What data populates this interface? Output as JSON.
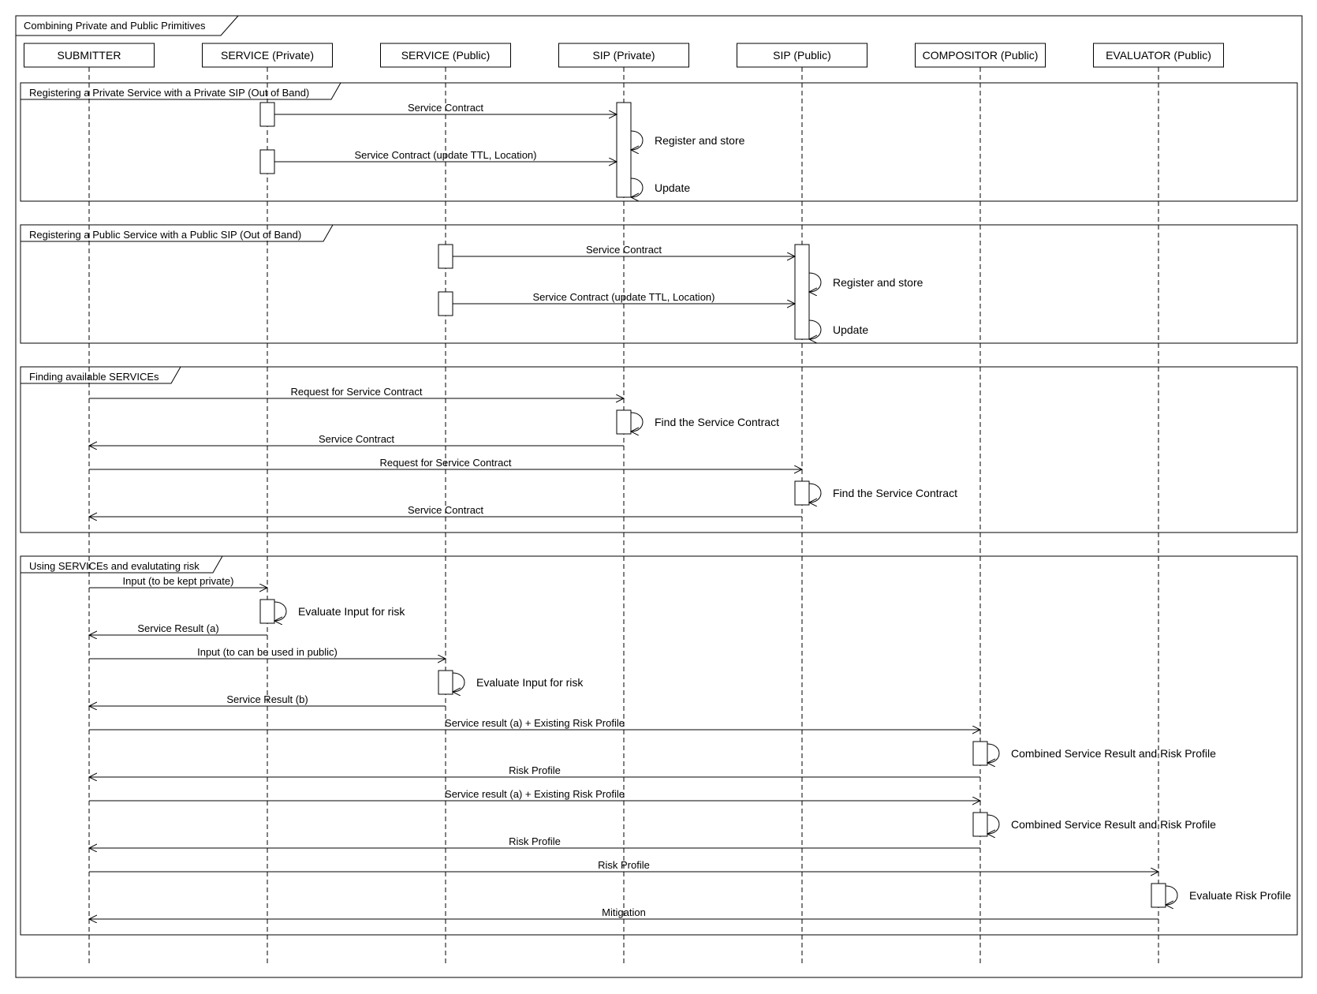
{
  "diagram": {
    "title": "Combining Private and Public Primitives",
    "lifelines": [
      {
        "id": "submitter",
        "label": "SUBMITTER"
      },
      {
        "id": "service_private",
        "label": "SERVICE (Private)"
      },
      {
        "id": "service_public",
        "label": "SERVICE (Public)"
      },
      {
        "id": "sip_private",
        "label": "SIP (Private)"
      },
      {
        "id": "sip_public",
        "label": "SIP (Public)"
      },
      {
        "id": "compositor_public",
        "label": "COMPOSITOR (Public)"
      },
      {
        "id": "evaluator_public",
        "label": "EVALUATOR (Public)"
      }
    ],
    "fragments": [
      {
        "label": "Registering a Private Service with a Private SIP (Out of Band)"
      },
      {
        "label": "Registering a Public Service with a Public SIP (Out of Band)"
      },
      {
        "label": "Finding available SERVICEs"
      },
      {
        "label": "Using SERVICEs and evalutating risk"
      }
    ],
    "messages": [
      {
        "from": "service_private",
        "to": "sip_private",
        "label": "Service Contract"
      },
      {
        "from": "sip_private",
        "to": "sip_private",
        "label": "Register and store"
      },
      {
        "from": "service_private",
        "to": "sip_private",
        "label": "Service Contract (update TTL, Location)"
      },
      {
        "from": "sip_private",
        "to": "sip_private",
        "label": "Update"
      },
      {
        "from": "service_public",
        "to": "sip_public",
        "label": "Service Contract"
      },
      {
        "from": "sip_public",
        "to": "sip_public",
        "label": "Register and store"
      },
      {
        "from": "service_public",
        "to": "sip_public",
        "label": "Service Contract (update TTL, Location)"
      },
      {
        "from": "sip_public",
        "to": "sip_public",
        "label": "Update"
      },
      {
        "from": "submitter",
        "to": "sip_private",
        "label": "Request for Service Contract"
      },
      {
        "from": "sip_private",
        "to": "sip_private",
        "label": "Find the Service Contract"
      },
      {
        "from": "sip_private",
        "to": "submitter",
        "label": "Service Contract"
      },
      {
        "from": "submitter",
        "to": "sip_public",
        "label": "Request for Service Contract"
      },
      {
        "from": "sip_public",
        "to": "sip_public",
        "label": "Find the Service Contract"
      },
      {
        "from": "sip_public",
        "to": "submitter",
        "label": "Service Contract"
      },
      {
        "from": "submitter",
        "to": "service_private",
        "label": "Input (to be kept private)"
      },
      {
        "from": "service_private",
        "to": "service_private",
        "label": "Evaluate Input for risk"
      },
      {
        "from": "service_private",
        "to": "submitter",
        "label": "Service Result (a)"
      },
      {
        "from": "submitter",
        "to": "service_public",
        "label": "Input (to can be used in public)"
      },
      {
        "from": "service_public",
        "to": "service_public",
        "label": "Evaluate Input for risk"
      },
      {
        "from": "service_public",
        "to": "submitter",
        "label": "Service Result (b)"
      },
      {
        "from": "submitter",
        "to": "compositor_public",
        "label": "Service result (a) + Existing Risk Profile"
      },
      {
        "from": "compositor_public",
        "to": "compositor_public",
        "label": "Combined Service Result and Risk Profile"
      },
      {
        "from": "compositor_public",
        "to": "submitter",
        "label": "Risk Profile"
      },
      {
        "from": "submitter",
        "to": "compositor_public",
        "label": "Service result (a) + Existing Risk Profile"
      },
      {
        "from": "compositor_public",
        "to": "compositor_public",
        "label": "Combined Service Result and Risk Profile"
      },
      {
        "from": "compositor_public",
        "to": "submitter",
        "label": "Risk Profile"
      },
      {
        "from": "submitter",
        "to": "evaluator_public",
        "label": "Risk Profile"
      },
      {
        "from": "evaluator_public",
        "to": "evaluator_public",
        "label": "Evaluate Risk Profile"
      },
      {
        "from": "evaluator_public",
        "to": "submitter",
        "label": "Mitigation"
      }
    ]
  }
}
